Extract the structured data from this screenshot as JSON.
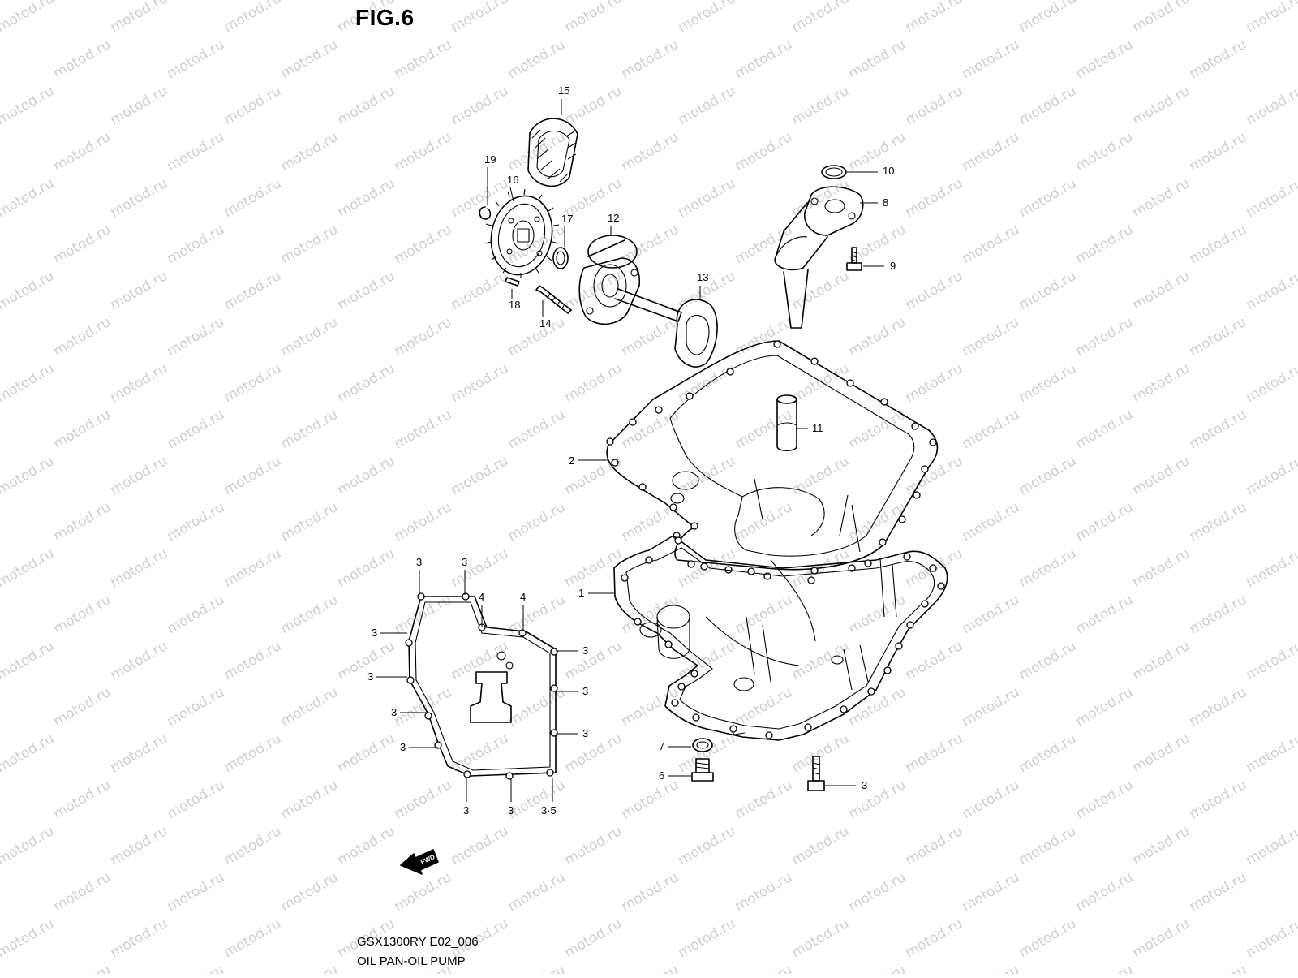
{
  "figure": {
    "title": "FIG.6",
    "model_code": "GSX1300RY E02_006",
    "name": "OIL PAN-OIL PUMP"
  },
  "watermark": {
    "text": "motod.ru",
    "color": "#cfcfcf"
  },
  "direction_arrow": {
    "label": "FWD",
    "icon": "fwd-arrow-icon"
  },
  "callouts": [
    "15",
    "19",
    "16",
    "17",
    "12",
    "10",
    "8",
    "9",
    "13",
    "18",
    "14",
    "11",
    "2",
    "1",
    "3",
    "4",
    "3·5",
    "7",
    "6"
  ],
  "parts": [
    {
      "number": "1",
      "name": "oil-pan"
    },
    {
      "number": "2",
      "name": "oil-pan-gasket"
    },
    {
      "number": "3",
      "name": "bolt"
    },
    {
      "number": "4",
      "name": "bolt"
    },
    {
      "number": "6",
      "name": "drain-plug"
    },
    {
      "number": "7",
      "name": "washer"
    },
    {
      "number": "8",
      "name": "oil-strainer"
    },
    {
      "number": "9",
      "name": "bolt"
    },
    {
      "number": "10",
      "name": "o-ring"
    },
    {
      "number": "11",
      "name": "pipe"
    },
    {
      "number": "12",
      "name": "oil-pump"
    },
    {
      "number": "13",
      "name": "gasket"
    },
    {
      "number": "14",
      "name": "bolt"
    },
    {
      "number": "15",
      "name": "chain"
    },
    {
      "number": "16",
      "name": "sprocket"
    },
    {
      "number": "17",
      "name": "washer"
    },
    {
      "number": "18",
      "name": "pin"
    },
    {
      "number": "19",
      "name": "circlip"
    }
  ]
}
